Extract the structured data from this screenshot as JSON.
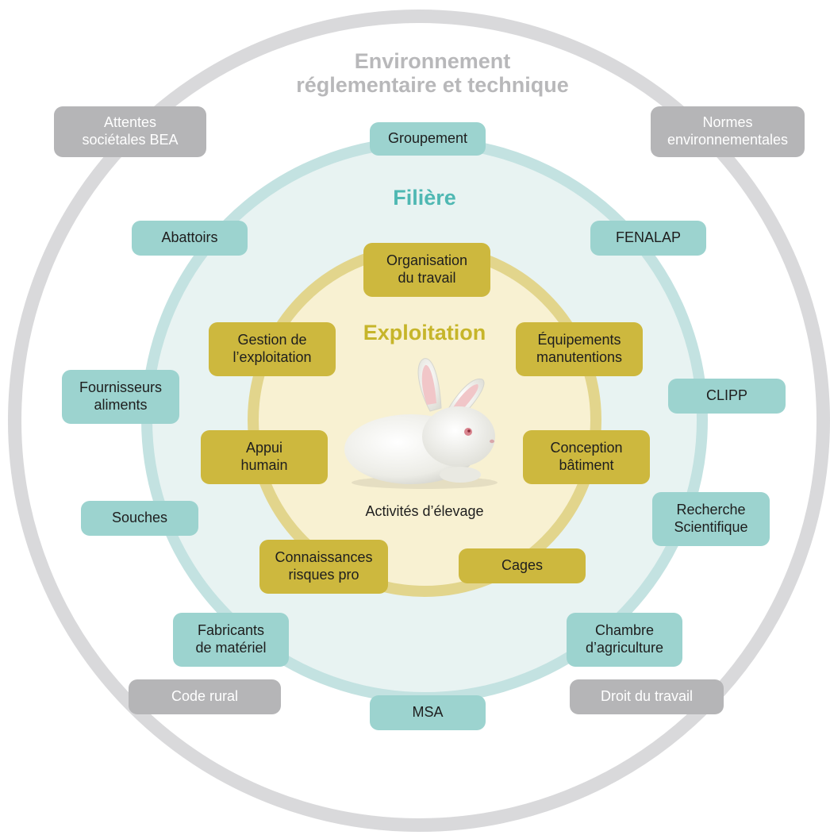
{
  "environment": {
    "title": "Environnement\nréglementaire et technique",
    "items": {
      "attentes": "Attentes\nsociétales BEA",
      "normes": "Normes\nenvironnementales",
      "code_rural": "Code rural",
      "droit_travail": "Droit du travail"
    }
  },
  "filiere": {
    "title": "Filière",
    "items": {
      "groupement": "Groupement",
      "abattoirs": "Abattoirs",
      "fenalap": "FENALAP",
      "fournisseurs": "Fournisseurs\naliments",
      "clipp": "CLIPP",
      "souches": "Souches",
      "recherche": "Recherche\nScientifique",
      "fabricants": "Fabricants\nde matériel",
      "chambre": "Chambre\nd’agriculture",
      "msa": "MSA"
    }
  },
  "exploitation": {
    "title": "Exploitation",
    "items": {
      "organisation": "Organisation\ndu travail",
      "gestion": "Gestion de\nl’exploitation",
      "equipements": "Équipements\nmanutentions",
      "appui": "Appui\nhumain",
      "conception": "Conception\nbâtiment",
      "connaissances": "Connaissances\nrisques pro",
      "cages": "Cages"
    },
    "center_caption": "Activités d’élevage"
  },
  "colors": {
    "outer_ring": "#d9d9db",
    "environment_pill": "#b5b5b7",
    "filiere_ring": "#c3e2e1",
    "filiere_fill": "#e8f3f2",
    "filiere_pill": "#9cd3cf",
    "filiere_title": "#4fb8b3",
    "exploitation_ring": "#e2d58c",
    "exploitation_fill": "#f8f1d2",
    "exploitation_pill": "#cdb83e",
    "exploitation_title": "#c6b52a"
  },
  "center_image": "rabbit-icon"
}
